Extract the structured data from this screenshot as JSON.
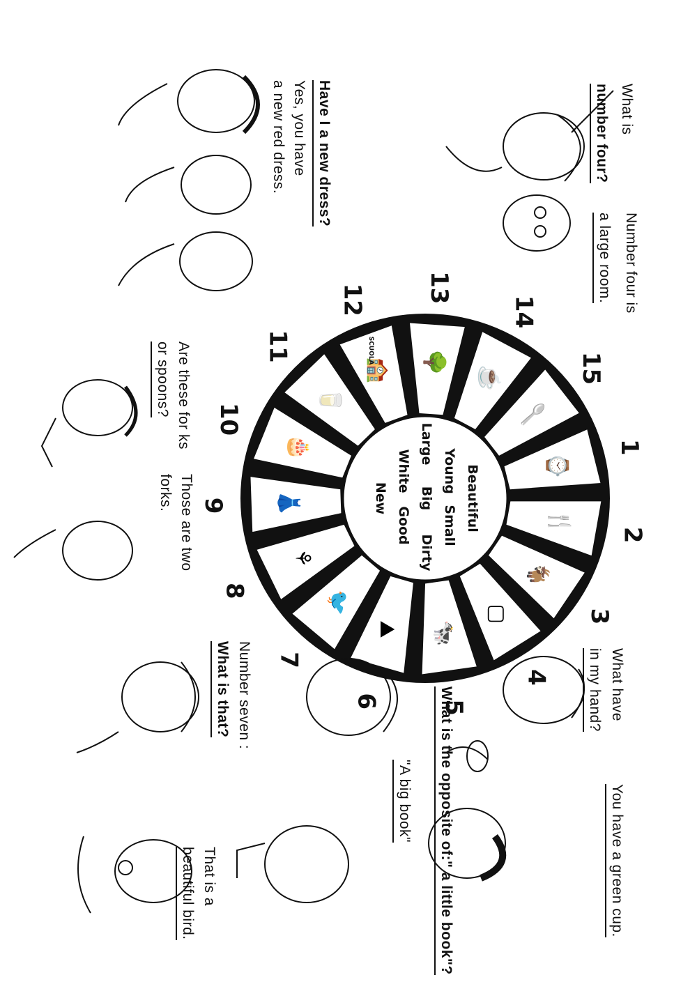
{
  "wheel": {
    "center_words": [
      [
        "Beautiful"
      ],
      [
        "Young",
        "Small"
      ],
      [
        "Large",
        "Big",
        "Dirty"
      ],
      [
        "White",
        "Good"
      ],
      [
        "New"
      ]
    ],
    "numbers": [
      "1",
      "2",
      "3",
      "4",
      "5",
      "6",
      "7",
      "8",
      "9",
      "10",
      "11",
      "12",
      "13",
      "14",
      "15"
    ],
    "pictures": [
      "watch-icon",
      "fork-icon",
      "goats-icon",
      "room-icon",
      "cow-icon",
      "landscape-icon",
      "bird-icon",
      "table-icon",
      "dress-icon",
      "cake-icon",
      "glass-icon",
      "school-icon",
      "tree-icon",
      "cup-icon",
      "spoon-icon"
    ],
    "school_sign": "SCUOLA"
  },
  "dialogues": {
    "q_number_four": [
      "What is",
      "number four?"
    ],
    "a_number_four": [
      "Number four is",
      "a large room."
    ],
    "q_new_dress": "Have I a new dress?",
    "a_new_dress": [
      "Yes, you have",
      "a new red dress."
    ],
    "q_forks": [
      "Are these for ks",
      "or spoons?"
    ],
    "a_forks": [
      "Those are two",
      "forks."
    ],
    "q_hand": [
      "What have",
      "in my hand?"
    ],
    "a_hand": "You have a green cup.",
    "q_opposite": "What is the opposite of:\" a little book\"?",
    "a_opposite": "\"A big book\"",
    "q_seven": [
      "Number seven :",
      "What is that?"
    ],
    "a_seven": [
      "That is a",
      "beautiful bird."
    ]
  }
}
